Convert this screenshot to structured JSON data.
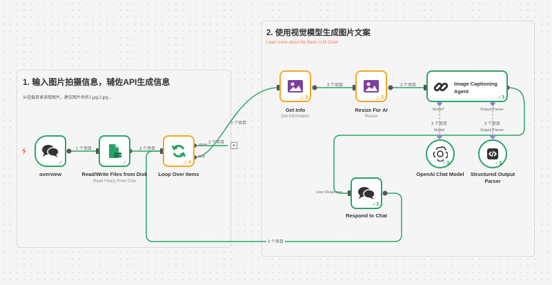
{
  "sticky1": {
    "title": "1. 输入图片拍摄信息，辅佐API生成信息",
    "subtitle": "从挂载目录读取图片，建议图片命名1.jpg,2.jpg ..."
  },
  "sticky2": {
    "title": "2. 使用视觉模型生成图片文案",
    "link": "Learn more about the Basic LLM Chain"
  },
  "nodes": {
    "overview": {
      "label": "overview",
      "icon": "chat-bubbles-icon"
    },
    "readwrite": {
      "label": "Read/Write Files from Disk",
      "sublabel": "Read File(s) From Disk",
      "icon": "file-disk-icon"
    },
    "loop": {
      "label": "Loop Over Items",
      "badge": "4",
      "icon": "loop-arrows-icon"
    },
    "getinfo": {
      "label": "Get Info",
      "sublabel": "Get Information",
      "badge": "3",
      "icon": "image-icon"
    },
    "resize": {
      "label": "Resize For AI",
      "sublabel": "Resize",
      "badge": "3",
      "icon": "image-icon"
    },
    "captioning": {
      "label": "Image Captioning Agent",
      "badge": "3",
      "icon": "chain-link-icon"
    },
    "openai": {
      "label": "OpenAI Chat Model",
      "badge": "3",
      "icon": "openai-icon"
    },
    "parser": {
      "label": "Structured Output Parser",
      "badge": "3",
      "icon": "code-brackets-icon"
    },
    "respond": {
      "label": "Respond to Chat",
      "badge": "3",
      "icon": "chat-bubbles-icon"
    }
  },
  "edges": {
    "e1": "1 个项目",
    "e2": "3 个项目",
    "e_done": "3 个项目",
    "e_loop": "3 个项目",
    "e_getinfo_resize": "3 个项目",
    "e_resize_agent": "3 个项目",
    "e_model": "3 个项目",
    "e_parser": "3 个项目",
    "e_bottom": "3 个项目"
  },
  "ports": {
    "done": "done",
    "loop": "loop",
    "model": "Model",
    "model_required": "*",
    "output_parser": "Output Parser",
    "model_top": "Model",
    "output_parser_top": "Output Parser",
    "user_response": "User Response"
  },
  "colors": {
    "success": "#29a36a",
    "pinned": "#f5a623",
    "image_icon": "#7b3fa0",
    "trigger": "#ff6d5a",
    "link": "#ff6d5a",
    "port": "#8c8cc0"
  }
}
